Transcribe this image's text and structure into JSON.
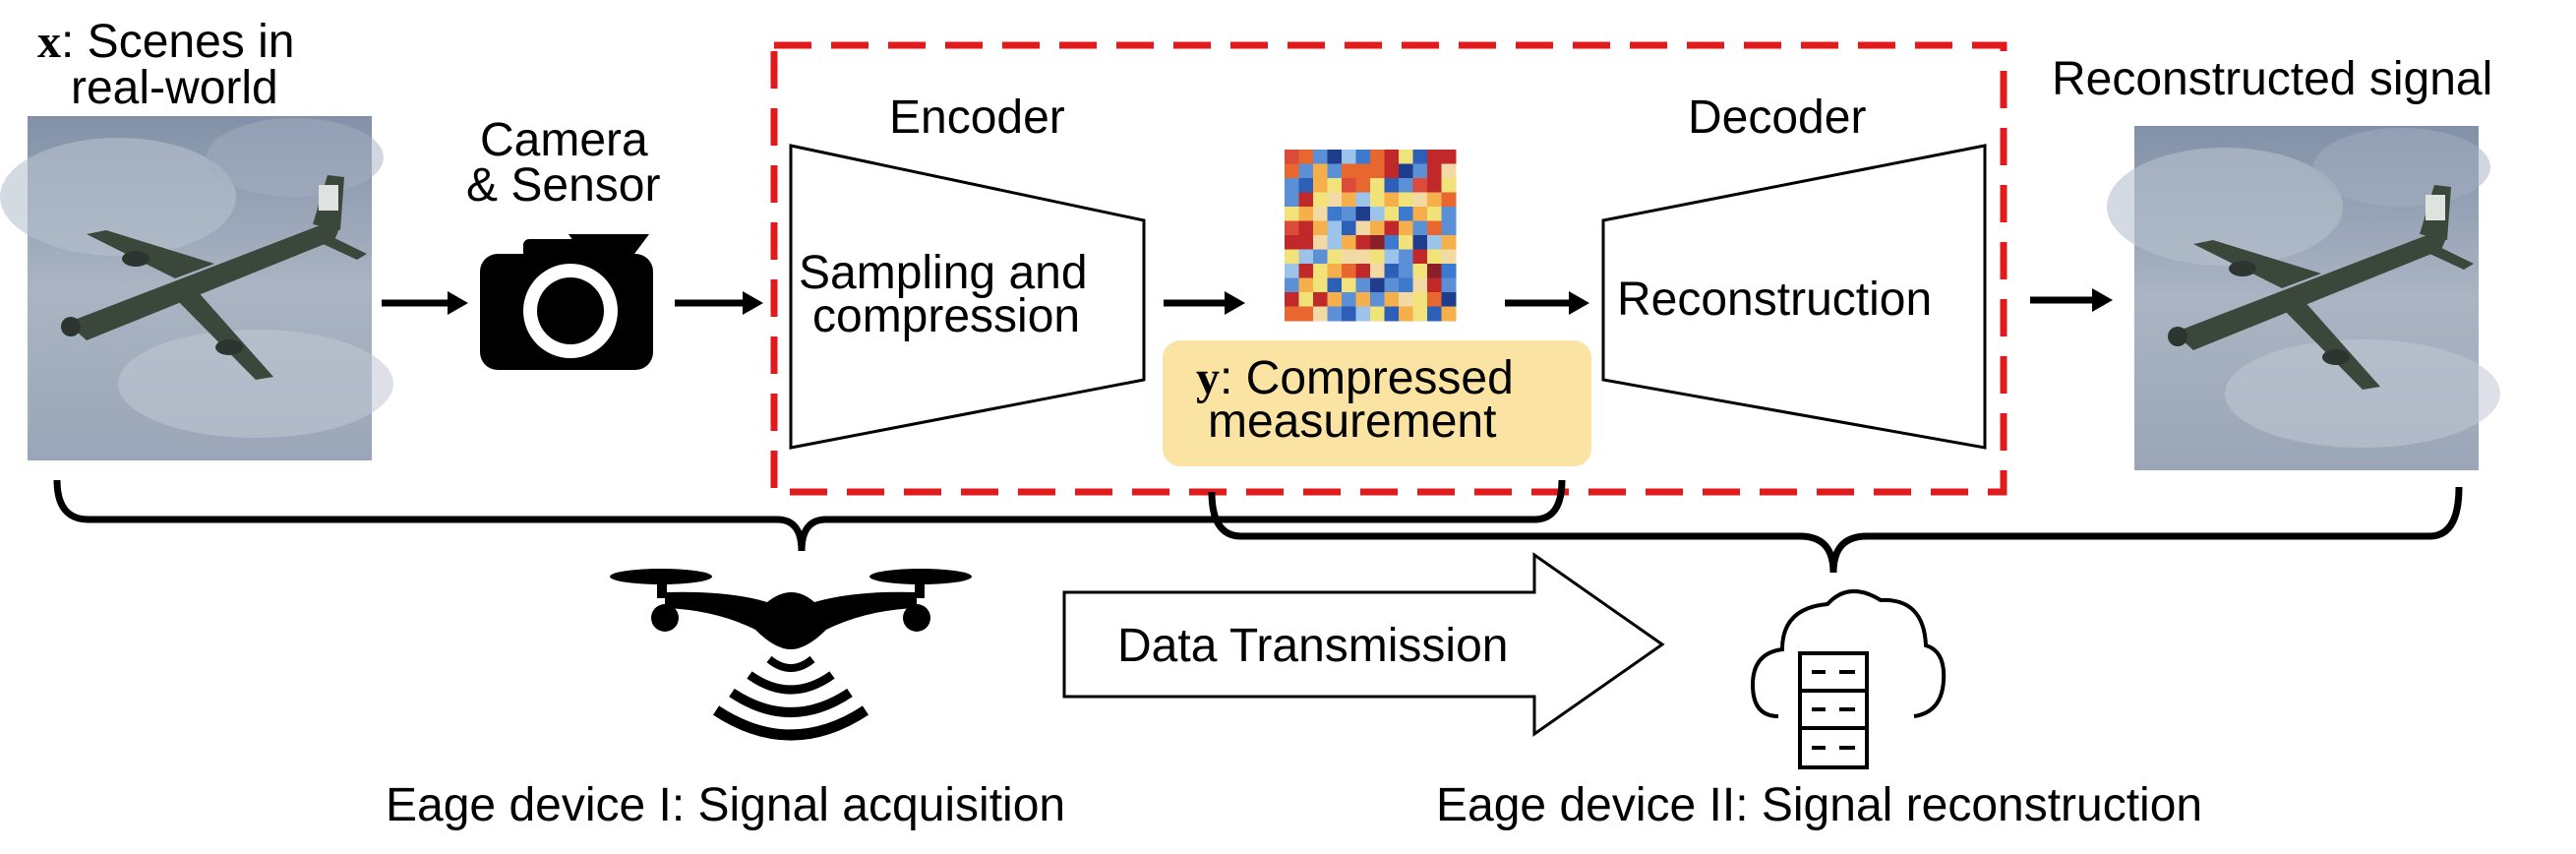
{
  "input": {
    "var": "x",
    "label_line1": ": Scenes in",
    "label_line2": "real-world"
  },
  "camera": {
    "line1": "Camera",
    "line2": "& Sensor",
    "icon": "camera-icon"
  },
  "encoder": {
    "title": "Encoder",
    "line1": "Sampling and",
    "line2": "compression"
  },
  "measurement": {
    "var": "y",
    "line1": ": Compressed",
    "line2": "measurement"
  },
  "decoder": {
    "title": "Decoder",
    "body": "Reconstruction"
  },
  "output": {
    "label": "Reconstructed signal"
  },
  "transmission": {
    "label": "Data Transmission"
  },
  "device1": {
    "label": "Eage device I: Signal acquisition",
    "icon": "drone-icon"
  },
  "device2": {
    "label": "Eage device II: Signal reconstruction",
    "icon": "cloud-server-icon"
  },
  "colors": {
    "dashed_box": "#e31a1c",
    "measurement_box": "#fbe3a3",
    "sky": "#8f9db1",
    "plane": "#3d4a3a"
  }
}
